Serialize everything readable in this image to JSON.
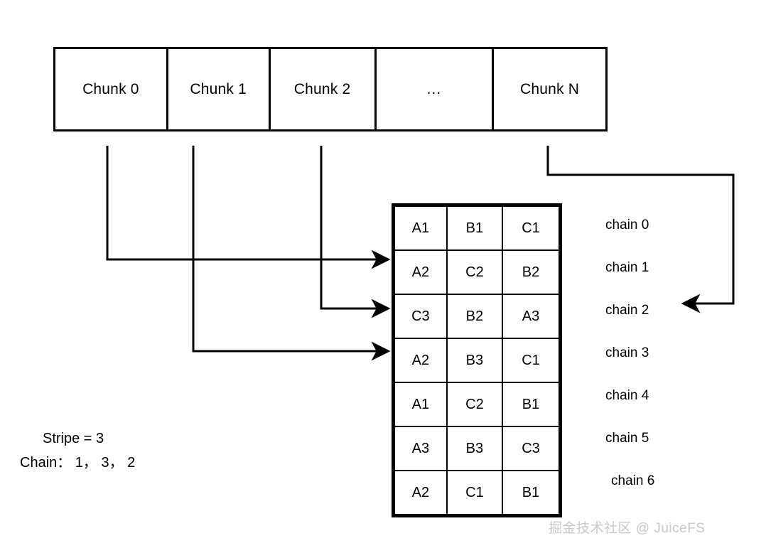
{
  "diagram": {
    "title_present": false,
    "chunks": [
      {
        "label": "Chunk 0"
      },
      {
        "label": "Chunk 1"
      },
      {
        "label": "Chunk 2"
      },
      {
        "label": "..."
      },
      {
        "label": "Chunk N"
      }
    ],
    "stripe_table": {
      "rows": [
        {
          "cells": [
            "A1",
            "B1",
            "C1"
          ]
        },
        {
          "cells": [
            "A2",
            "C2",
            "B2"
          ]
        },
        {
          "cells": [
            "C3",
            "B2",
            "A3"
          ]
        },
        {
          "cells": [
            "A2",
            "B3",
            "C1"
          ]
        },
        {
          "cells": [
            "A1",
            "C2",
            "B1"
          ]
        },
        {
          "cells": [
            "A3",
            "B3",
            "C3"
          ]
        },
        {
          "cells": [
            "A2",
            "C1",
            "B1"
          ]
        }
      ]
    },
    "chain_labels": [
      "chain 0",
      "chain 1",
      "chain 2",
      "chain 3",
      "chain 4",
      "chain 5",
      "chain 6"
    ],
    "notes": {
      "stripe": "Stripe = 3",
      "chain": "Chain： 1， 3， 2"
    },
    "watermark": "掘金技术社区 @ JuiceFS",
    "colors": {
      "line": "#000000",
      "background": "#ffffff",
      "text": "#000000",
      "watermark": "#c9c9c9"
    }
  }
}
